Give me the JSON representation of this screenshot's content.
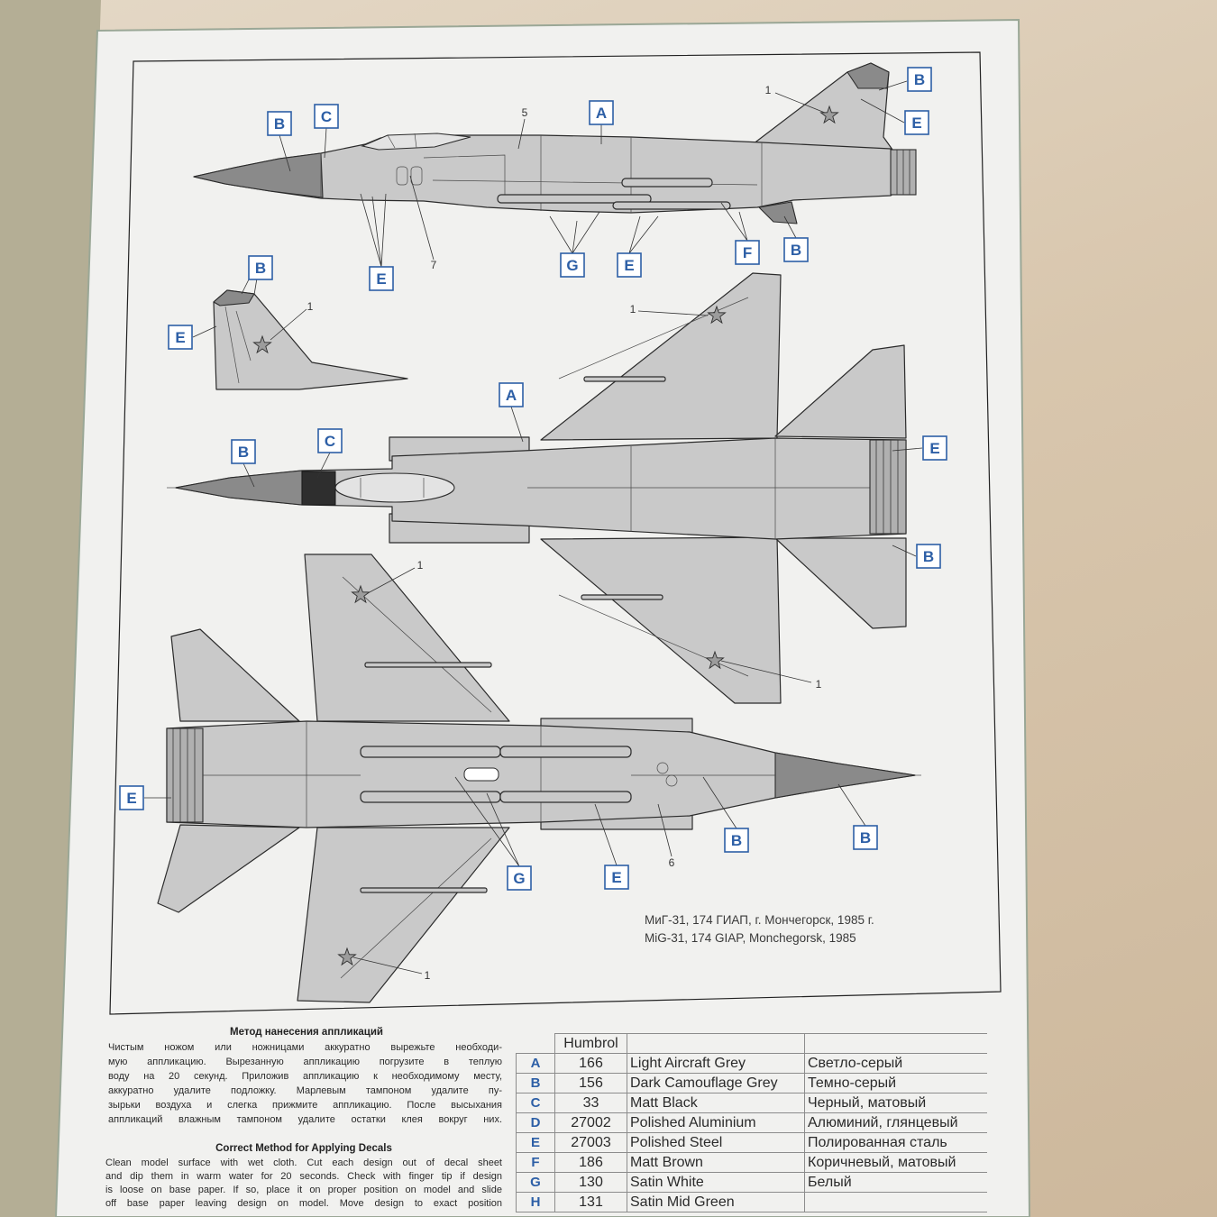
{
  "colors": {
    "label_blue": "#2d5fa6",
    "paper": "#f1f1ef",
    "aircraft_light": "#c9c9c9",
    "aircraft_dark": "#8a8a8a"
  },
  "icons": {
    "insignia": "red-star-icon",
    "callout": "letter-box"
  },
  "side_view": {
    "letters": [
      "B",
      "C",
      "A",
      "B",
      "E",
      "E",
      "G",
      "E",
      "F",
      "B"
    ],
    "numbers": [
      "5",
      "1",
      "7"
    ]
  },
  "tail_view": {
    "letters": [
      "B",
      "E"
    ],
    "numbers": [
      "1"
    ]
  },
  "top_view": {
    "letters": [
      "A",
      "B",
      "C",
      "E",
      "B"
    ],
    "numbers": [
      "1",
      "1"
    ]
  },
  "bottom_view": {
    "letters": [
      "E",
      "G",
      "E",
      "B",
      "B"
    ],
    "numbers": [
      "1",
      "6",
      "1"
    ]
  },
  "caption": {
    "ru": "МиГ-31, 174 ГИАП, г. Мончегорск, 1985 г.",
    "en": "MiG-31, 174 GIAP, Monchegorsk, 1985"
  },
  "instructions_ru": {
    "title": "Метод нанесения аппликаций",
    "lines": [
      "Чистым ножом или ножницами аккуратно вырежьте необходи-",
      "мую аппликацию. Вырезанную аппликацию погрузите в теплую",
      "воду на  20 секунд. Приложив аппликацию к необходимому месту,",
      "аккуратно удалите подложку. Марлевым тампоном удалите пу-",
      "зырьки воздуха и слегка прижмите аппликацию. После высыхания",
      "аппликаций влажным тампоном удалите остатки клея вокруг них."
    ]
  },
  "instructions_en": {
    "title": "Correct Method for Applying Decals",
    "lines": [
      "Clean model surface with wet cloth. Cut each design out of decal sheet",
      "and dip them in warm water for 20 seconds. Check with finger tip if design",
      "is loose on base paper. If so, place it on proper position on model and slide",
      "off base paper leaving design on model. Move design to exact position"
    ]
  },
  "paint_table": {
    "header_humbrol": "Humbrol",
    "rows": [
      {
        "code": "A",
        "humbrol": "166",
        "en": "Light Aircraft Grey",
        "ru": "Светло-серый"
      },
      {
        "code": "B",
        "humbrol": "156",
        "en": "Dark Camouflage Grey",
        "ru": "Темно-серый"
      },
      {
        "code": "C",
        "humbrol": "33",
        "en": "Matt Black",
        "ru": "Черный, матовый"
      },
      {
        "code": "D",
        "humbrol": "27002",
        "en": "Polished Aluminium",
        "ru": "Алюминий, глянцевый"
      },
      {
        "code": "E",
        "humbrol": "27003",
        "en": "Polished Steel",
        "ru": "Полированная сталь"
      },
      {
        "code": "F",
        "humbrol": "186",
        "en": "Matt Brown",
        "ru": "Коричневый, матовый"
      },
      {
        "code": "G",
        "humbrol": "130",
        "en": "Satin White",
        "ru": "Белый"
      },
      {
        "code": "H",
        "humbrol": "131",
        "en": "Satin Mid Green"
      }
    ]
  }
}
